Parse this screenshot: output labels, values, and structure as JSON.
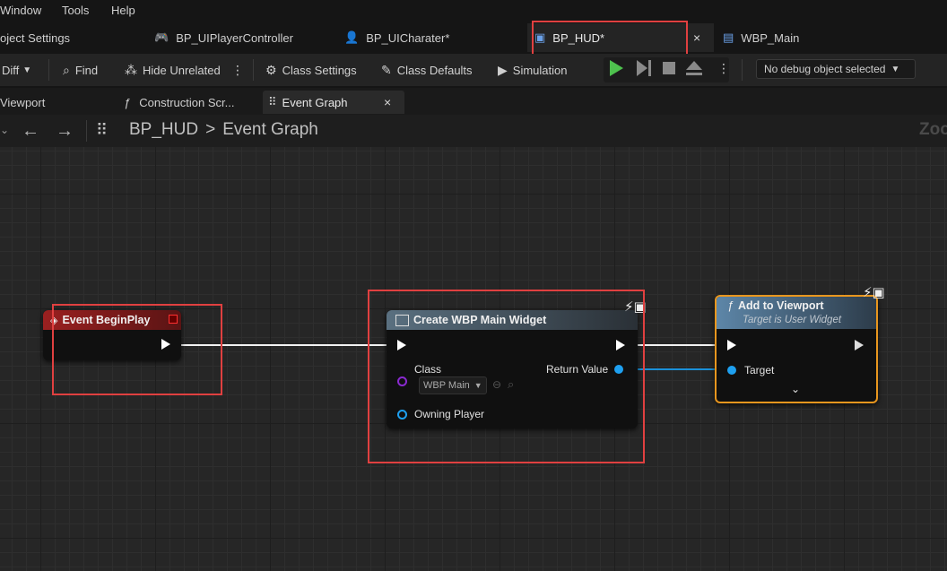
{
  "menu": [
    "Window",
    "Tools",
    "Help"
  ],
  "tabs": [
    {
      "label": "oject Settings"
    },
    {
      "label": "BP_UIPlayerController"
    },
    {
      "label": "BP_UICharater*"
    },
    {
      "label": "BP_HUD*"
    },
    {
      "label": "WBP_Main"
    }
  ],
  "toolbar": {
    "diff": "Diff",
    "find": "Find",
    "hide_unrelated": "Hide Unrelated",
    "class_settings": "Class Settings",
    "class_defaults": "Class Defaults",
    "simulation": "Simulation",
    "debug_object": "No debug object selected"
  },
  "subtabs": [
    {
      "label": "Viewport"
    },
    {
      "label": "Construction Scr..."
    },
    {
      "label": "Event Graph"
    }
  ],
  "breadcrumb": {
    "root": "BP_HUD",
    "sep": ">",
    "leaf": "Event Graph",
    "zoom": "Zoo"
  },
  "nodes": {
    "begin_play": {
      "title": "Event BeginPlay"
    },
    "create_widget": {
      "title": "Create WBP Main Widget",
      "class_label": "Class",
      "class_value": "WBP Main",
      "return_label": "Return Value",
      "owning_label": "Owning Player"
    },
    "add_viewport": {
      "title": "Add to Viewport",
      "subtitle": "Target is User Widget",
      "target_label": "Target"
    }
  },
  "colors": {
    "event_red": "#8a1f1f",
    "highlight": "#e04040",
    "selected_orange": "#e8961e",
    "object_pin": "#1ea0f0",
    "class_pin": "#8a2ad0"
  }
}
